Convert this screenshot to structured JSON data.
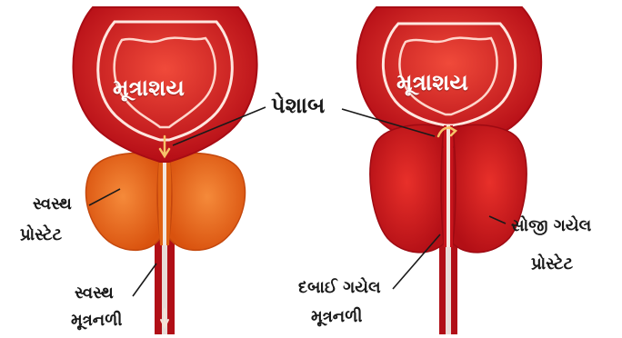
{
  "colors": {
    "bladder_outer": "#c8141e",
    "bladder_inner": "#e0242a",
    "bladder_wall_line": "#ffe7e0",
    "healthy_prostate": "#ee6a16",
    "enlarged_prostate": "#d41a1e",
    "urethra": "#b10f17",
    "urine_arrow": "#f6c36a",
    "label_text": "#1a1a1a"
  },
  "labels": {
    "bladder_left": "મૂત્રાશય",
    "bladder_right": "મૂત્રાશય",
    "urine": "પેશાબ",
    "healthy_prostate_line1": "સ્વસ્થ",
    "healthy_prostate_line2": "પ્રોસ્ટેટ",
    "healthy_urethra_line1": "સ્વસ્થ",
    "healthy_urethra_line2": "મૂત્રનળી",
    "compressed_urethra_line1": "દબાઈ ગયેલ",
    "compressed_urethra_line2": "મૂત્રનળી",
    "swollen_prostate_line1": "સોજી ગયેલ",
    "swollen_prostate_line2": "પ્રોસ્ટેટ"
  }
}
